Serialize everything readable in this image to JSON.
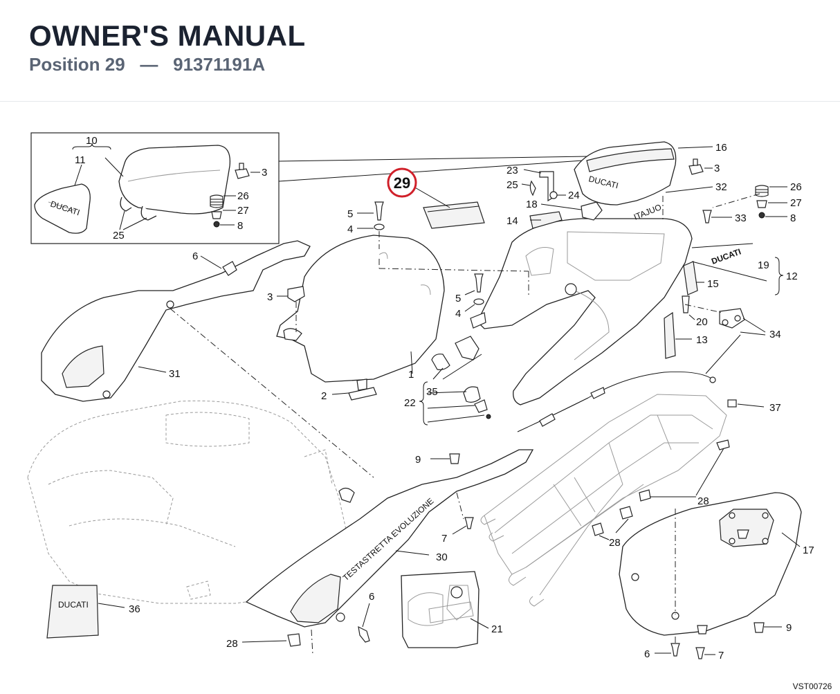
{
  "header": {
    "title": "OWNER'S MANUAL",
    "position_label": "Position 29",
    "separator": "—",
    "part_number": "91371191A"
  },
  "diagram": {
    "highlight_label": "29",
    "highlight_color": "#d0202a",
    "figure_code": "VST00726",
    "labels": {
      "l10": "10",
      "l11": "11",
      "l3a": "3",
      "l26a": "26",
      "l27a": "27",
      "l8a": "8",
      "l25a": "25",
      "l16": "16",
      "l3b": "3",
      "l23": "23",
      "l25b": "25",
      "l24": "24",
      "l32": "32",
      "l26b": "26",
      "l27b": "27",
      "l8b": "8",
      "l18": "18",
      "l14": "14",
      "l33": "33",
      "l5a": "5",
      "l4a": "4",
      "l6a": "6",
      "l3c": "3",
      "l5b": "5",
      "l4b": "4",
      "l19": "19",
      "l12": "12",
      "l15": "15",
      "l20": "20",
      "l13": "13",
      "l34": "34",
      "l31": "31",
      "l1": "1",
      "l2": "2",
      "l35": "35",
      "l22": "22",
      "l37": "37",
      "l9a": "9",
      "l28a": "28",
      "l7a": "7",
      "l28b": "28",
      "l17": "17",
      "l30": "30",
      "l36": "36",
      "l6b": "6",
      "l21": "21",
      "l28c": "28",
      "l9b": "9",
      "l6c": "6",
      "l7b": "7"
    }
  }
}
